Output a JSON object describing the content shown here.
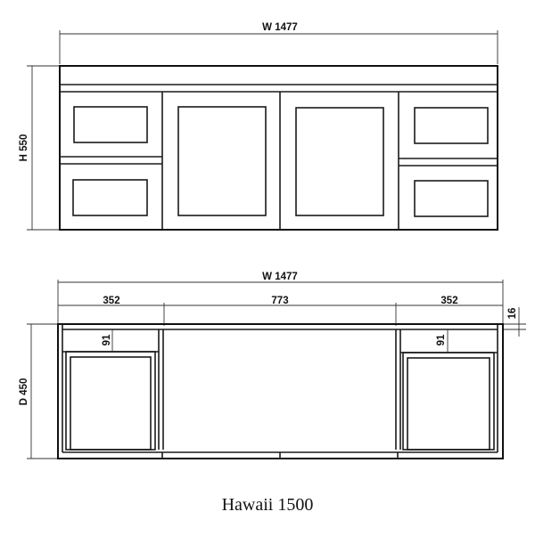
{
  "title": "Hawaii 1500",
  "front_view": {
    "width_label": "W 1477",
    "height_label": "H 550"
  },
  "top_view": {
    "width_label": "W 1477",
    "depth_label": "D 450",
    "left_section_label": "352",
    "center_section_label": "773",
    "right_section_label": "352",
    "left_drawer_label": "91",
    "right_drawer_label": "91",
    "top_thickness_label": "16"
  }
}
